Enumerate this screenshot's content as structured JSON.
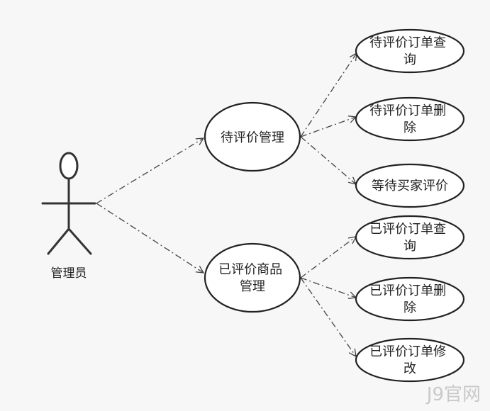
{
  "diagram": {
    "actor": {
      "label": "管理员"
    },
    "use_cases": {
      "pending_mgmt": {
        "label": [
          "待评价管理"
        ]
      },
      "reviewed_mgmt": {
        "label": [
          "已评价商品",
          "管理"
        ]
      },
      "pending_query": {
        "label": [
          "待评价订单查",
          "询"
        ]
      },
      "pending_delete": {
        "label": [
          "待评价订单删",
          "除"
        ]
      },
      "await_buyer": {
        "label": [
          "等待买家评价"
        ]
      },
      "reviewed_query": {
        "label": [
          "已评价订单查",
          "询"
        ]
      },
      "reviewed_delete": {
        "label": [
          "已评价订单删",
          "除"
        ]
      },
      "reviewed_modify": {
        "label": [
          "已评价订单修",
          "改"
        ]
      }
    },
    "watermark": "J9官网"
  }
}
